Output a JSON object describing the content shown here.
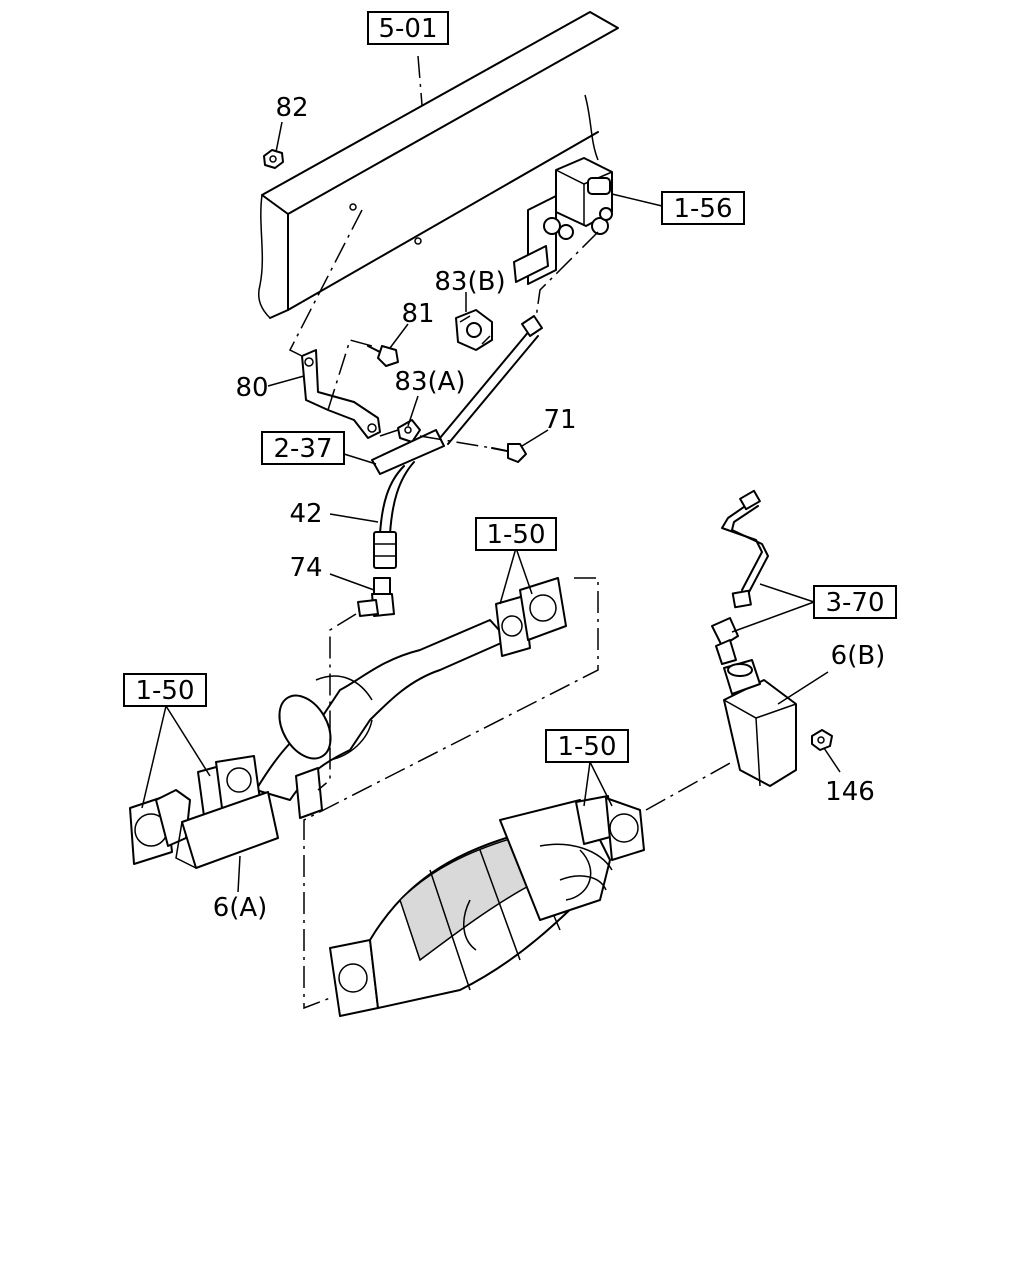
{
  "refs": {
    "r501": "5-01",
    "r156": "1-56",
    "r237": "2-37",
    "r150a": "1-50",
    "r150b": "1-50",
    "r150c": "1-50",
    "r370": "3-70"
  },
  "callouts": {
    "c82": "82",
    "c83b": "83(B)",
    "c81": "81",
    "c80": "80",
    "c83a": "83(A)",
    "c71": "71",
    "c42": "42",
    "c74": "74",
    "c6b": "6(B)",
    "c146": "146",
    "c6a": "6(A)"
  }
}
